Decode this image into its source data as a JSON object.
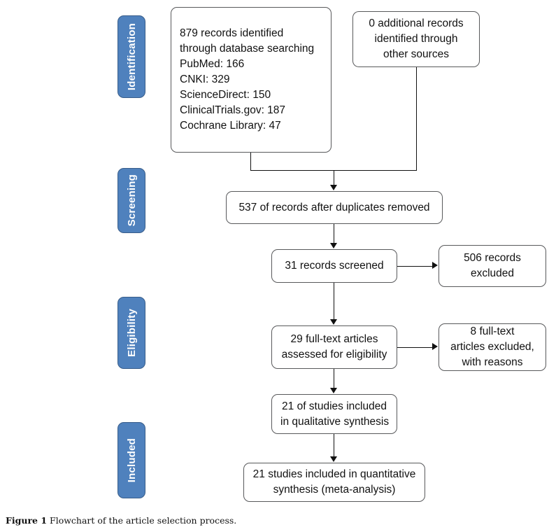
{
  "figure": {
    "label": "Figure 1",
    "caption": "Flowchart of the article selection process.",
    "accent_color": "#4F81BD",
    "accent_border_color": "#385D8A",
    "box_border_color": "#58595b",
    "connector_color": "#111111"
  },
  "stages": [
    {
      "id": "identification",
      "label": "Identification"
    },
    {
      "id": "screening",
      "label": "Screening"
    },
    {
      "id": "eligibility",
      "label": "Eligibility"
    },
    {
      "id": "included",
      "label": "Included"
    }
  ],
  "boxes": {
    "database_search": {
      "lines": [
        "879 records identified",
        "through database searching",
        "PubMed: 166",
        "CNKI: 329",
        "ScienceDirect: 150",
        "ClinicalTrials.gov: 187",
        "Cochrane Library: 47"
      ]
    },
    "other_sources": {
      "lines": [
        "0 additional records",
        "identified through",
        "other sources"
      ]
    },
    "duplicates_removed": {
      "lines": [
        "537 of records after duplicates removed"
      ]
    },
    "records_screened": {
      "lines": [
        "31 records screened"
      ]
    },
    "records_excluded": {
      "lines": [
        "506 records",
        "excluded"
      ]
    },
    "fulltext_assessed": {
      "lines": [
        "29 full-text articles",
        "assessed for eligibility"
      ]
    },
    "fulltext_excluded": {
      "lines": [
        "8 full-text",
        "articles excluded,",
        "with reasons"
      ]
    },
    "qualitative_synthesis": {
      "lines": [
        "21 of studies included",
        "in qualitative synthesis"
      ]
    },
    "quantitative_synthesis": {
      "lines": [
        "21 studies included in quantitative",
        "synthesis (meta-analysis)"
      ]
    }
  },
  "chart_data": {
    "type": "diagram",
    "title": "PRISMA flow diagram of the article selection process",
    "nodes": [
      {
        "id": "database_search",
        "stage": "Identification",
        "count": 879,
        "text": "879 records identified through database searching"
      },
      {
        "id": "other_sources",
        "stage": "Identification",
        "count": 0,
        "text": "0 additional records identified through other sources"
      },
      {
        "id": "duplicates_removed",
        "stage": "Screening",
        "count": 537,
        "text": "537 of records after duplicates removed"
      },
      {
        "id": "records_screened",
        "stage": "Screening",
        "count": 31,
        "text": "31 records screened"
      },
      {
        "id": "records_excluded",
        "stage": "Screening",
        "count": 506,
        "text": "506 records excluded"
      },
      {
        "id": "fulltext_assessed",
        "stage": "Eligibility",
        "count": 29,
        "text": "29 full-text articles assessed for eligibility"
      },
      {
        "id": "fulltext_excluded",
        "stage": "Eligibility",
        "count": 8,
        "text": "8 full-text articles excluded, with reasons"
      },
      {
        "id": "qualitative_synthesis",
        "stage": "Included",
        "count": 21,
        "text": "21 of studies included in qualitative synthesis"
      },
      {
        "id": "quantitative_synthesis",
        "stage": "Included",
        "count": 21,
        "text": "21 studies included in quantitative synthesis (meta-analysis)"
      }
    ],
    "sources": [
      {
        "name": "PubMed",
        "value": 166
      },
      {
        "name": "CNKI",
        "value": 329
      },
      {
        "name": "ScienceDirect",
        "value": 150
      },
      {
        "name": "ClinicalTrials.gov",
        "value": 187
      },
      {
        "name": "Cochrane Library",
        "value": 47
      }
    ],
    "edges": [
      {
        "from": "database_search",
        "to": "duplicates_removed"
      },
      {
        "from": "other_sources",
        "to": "duplicates_removed"
      },
      {
        "from": "duplicates_removed",
        "to": "records_screened"
      },
      {
        "from": "records_screened",
        "to": "records_excluded"
      },
      {
        "from": "records_screened",
        "to": "fulltext_assessed"
      },
      {
        "from": "fulltext_assessed",
        "to": "fulltext_excluded"
      },
      {
        "from": "fulltext_assessed",
        "to": "qualitative_synthesis"
      },
      {
        "from": "qualitative_synthesis",
        "to": "quantitative_synthesis"
      }
    ]
  }
}
